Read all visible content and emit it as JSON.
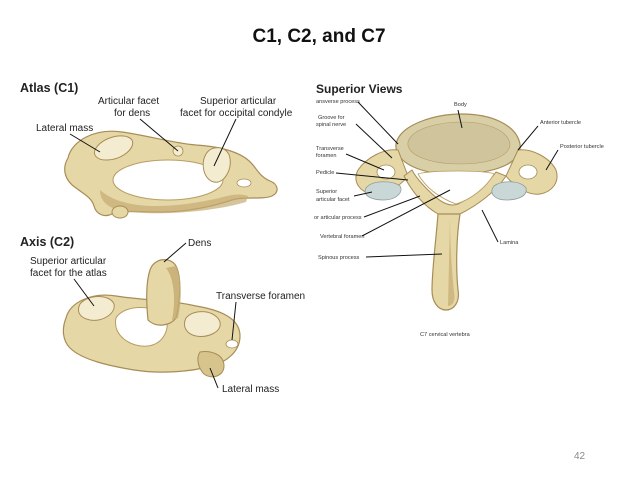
{
  "slide": {
    "title": "C1, C2, and C7",
    "page_number": "42"
  },
  "atlas": {
    "heading": "Atlas (C1)",
    "labels": {
      "articular_facet_line1": "Articular facet",
      "articular_facet_line2": "for dens",
      "superior_articular_line1": "Superior articular",
      "superior_articular_line2": "facet for occipital condyle",
      "lateral_mass": "Lateral mass"
    }
  },
  "axis": {
    "heading": "Axis (C2)",
    "labels": {
      "superior_articular_line1": "Superior articular",
      "superior_articular_line2": "facet for the atlas",
      "dens": "Dens",
      "transverse_foramen": "Transverse foramen",
      "lateral_mass": "Lateral mass"
    }
  },
  "c7": {
    "heading": "Superior Views",
    "labels": {
      "transverse_process": "ansverse process",
      "body": "Body",
      "groove_line1": "Groove for",
      "groove_line2": "spinal nerve",
      "anterior_tubercle": "Anterior tubercle",
      "transverse_foramen_line1": "Transverse",
      "transverse_foramen_line2": "foramen",
      "posterior_tubercle": "Posterior tubercle",
      "pedicle": "Pedicle",
      "superior_facet_line1": "Superior",
      "superior_facet_line2": "articular facet",
      "articular_process": "or articular process",
      "vertebral_foramen": "Vertebral foramen",
      "lamina": "Lamina",
      "spinous_process": "Spinous process",
      "caption": "C7 cervical vertebra"
    }
  },
  "colors": {
    "bone": "#e6d7a6",
    "bone_shadow": "#b89d62",
    "facet": "#f4ecd0",
    "c7_body": "#d8cfa6",
    "c7_facet": "#c9d7d6"
  }
}
